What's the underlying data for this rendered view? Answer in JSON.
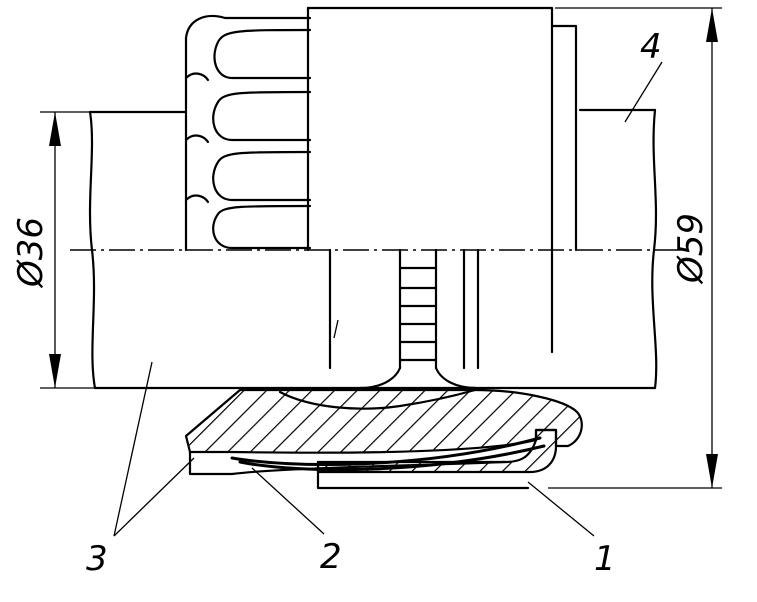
{
  "diagram": {
    "dimensions": {
      "inner_diameter": "Ø36",
      "outer_diameter": "Ø59"
    },
    "callouts": {
      "part_1": "1",
      "part_2": "2",
      "part_3": "3",
      "part_4": "4"
    }
  }
}
